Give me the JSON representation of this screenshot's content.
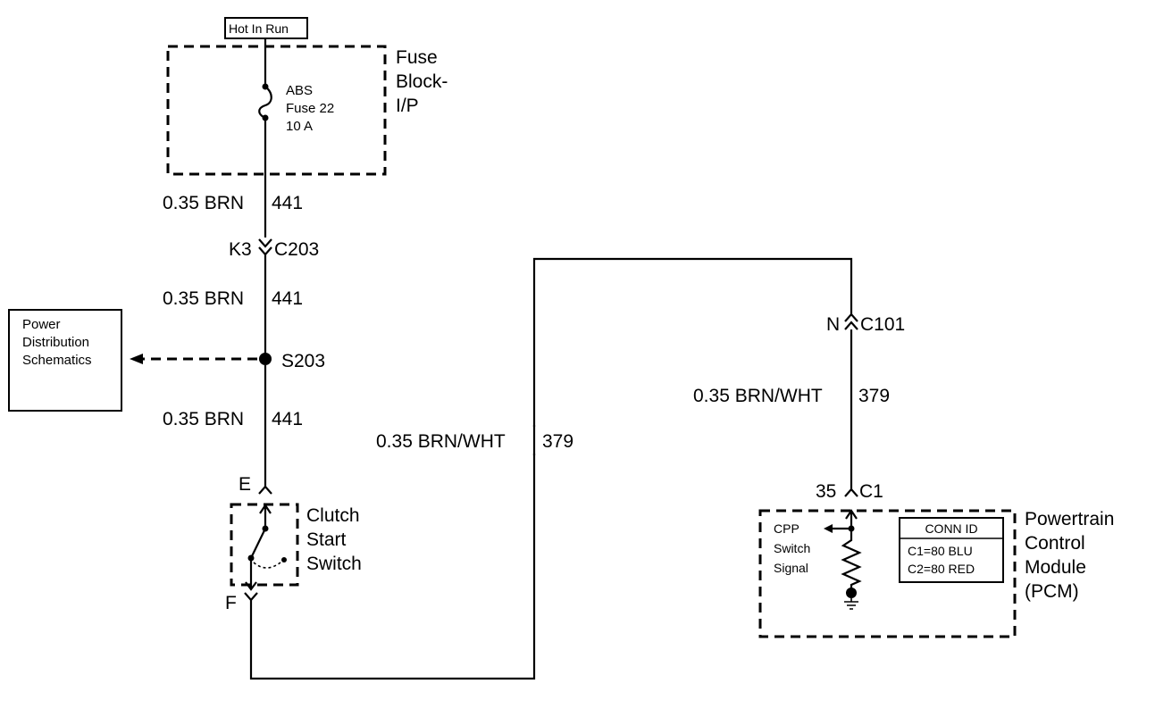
{
  "power_source": {
    "label": "Hot In Run"
  },
  "fuse_block": {
    "line1": "Fuse",
    "line2": "Block-",
    "line3": "I/P"
  },
  "fuse": {
    "line1": "ABS",
    "line2": "Fuse 22",
    "line3": "10 A"
  },
  "wire_441": {
    "gauge_color": "0.35 BRN",
    "circuit": "441"
  },
  "connector_c203": {
    "pin": "K3",
    "name": "C203"
  },
  "splice": {
    "name": "S203"
  },
  "power_distribution": {
    "line1": "Power",
    "line2": "Distribution",
    "line3": "Schematics"
  },
  "clutch_switch": {
    "pin_top": "E",
    "pin_bottom": "F",
    "line1": "Clutch",
    "line2": "Start",
    "line3": "Switch"
  },
  "wire_379": {
    "gauge_color": "0.35 BRN/WHT",
    "circuit": "379"
  },
  "connector_c101": {
    "pin": "N",
    "name": "C101"
  },
  "pcm_connector": {
    "pin": "35",
    "name": "C1"
  },
  "cpp_signal": {
    "line1": "CPP",
    "line2": "Switch",
    "line3": "Signal"
  },
  "conn_id": {
    "title": "CONN ID",
    "c1": "C1=80 BLU",
    "c2": "C2=80 RED"
  },
  "pcm": {
    "line1": "Powertrain",
    "line2": "Control",
    "line3": "Module",
    "line4": "(PCM)"
  }
}
